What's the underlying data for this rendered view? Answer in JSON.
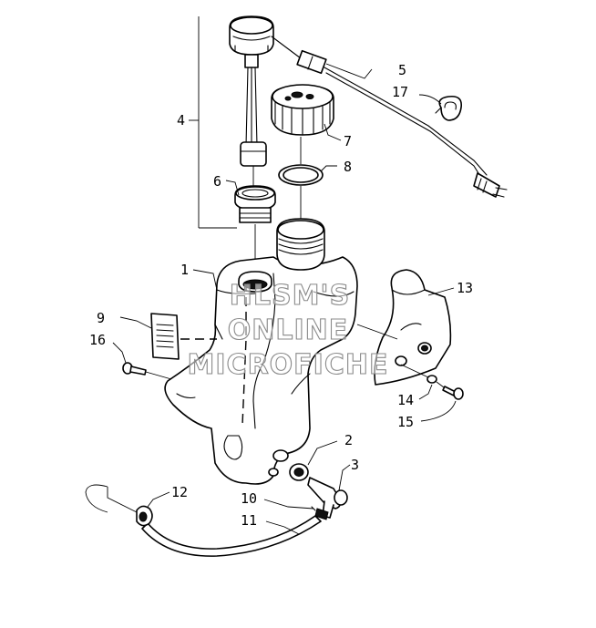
{
  "watermark": {
    "lines": [
      "HLSM'S",
      "ONLINE",
      "MICROFICHE"
    ]
  },
  "callouts": {
    "c1": "1",
    "c2": "2",
    "c3": "3",
    "c4": "4",
    "c5": "5",
    "c6": "6",
    "c7": "7",
    "c8": "8",
    "c9": "9",
    "c10": "10",
    "c11": "11",
    "c12": "12",
    "c13": "13",
    "c14": "14",
    "c15": "15",
    "c16": "16",
    "c17": "17"
  }
}
